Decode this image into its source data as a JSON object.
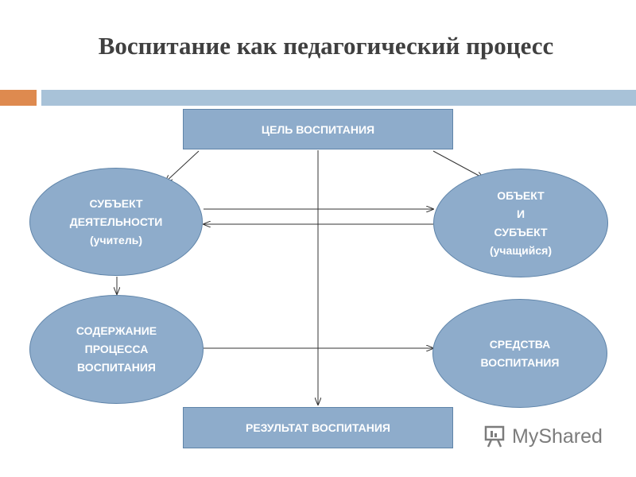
{
  "title": "Воспитание как педагогический процесс",
  "nodes": {
    "goal": "ЦЕЛЬ ВОСПИТАНИЯ",
    "subject": [
      "СУБЪЕКТ",
      "ДЕЯТЕЛЬНОСТИ",
      "(учитель)"
    ],
    "object": [
      "ОБЪЕКТ",
      "И",
      "СУБЪЕКТ",
      "(учащийся)"
    ],
    "content": [
      "СОДЕРЖАНИЕ",
      "ПРОЦЕССА",
      "ВОСПИТАНИЯ"
    ],
    "means": [
      "СРЕДСТВА",
      "ВОСПИТАНИЯ"
    ],
    "result": "РЕЗУЛЬТАТ ВОСПИТАНИЯ"
  },
  "watermark": {
    "text": "MyShared",
    "icon": "presentation-board-icon"
  },
  "colors": {
    "node_fill": "#8eaccb",
    "node_border": "#5f84a9",
    "accent_orange": "#de8a4f",
    "accent_blue": "#a8c2d8"
  }
}
